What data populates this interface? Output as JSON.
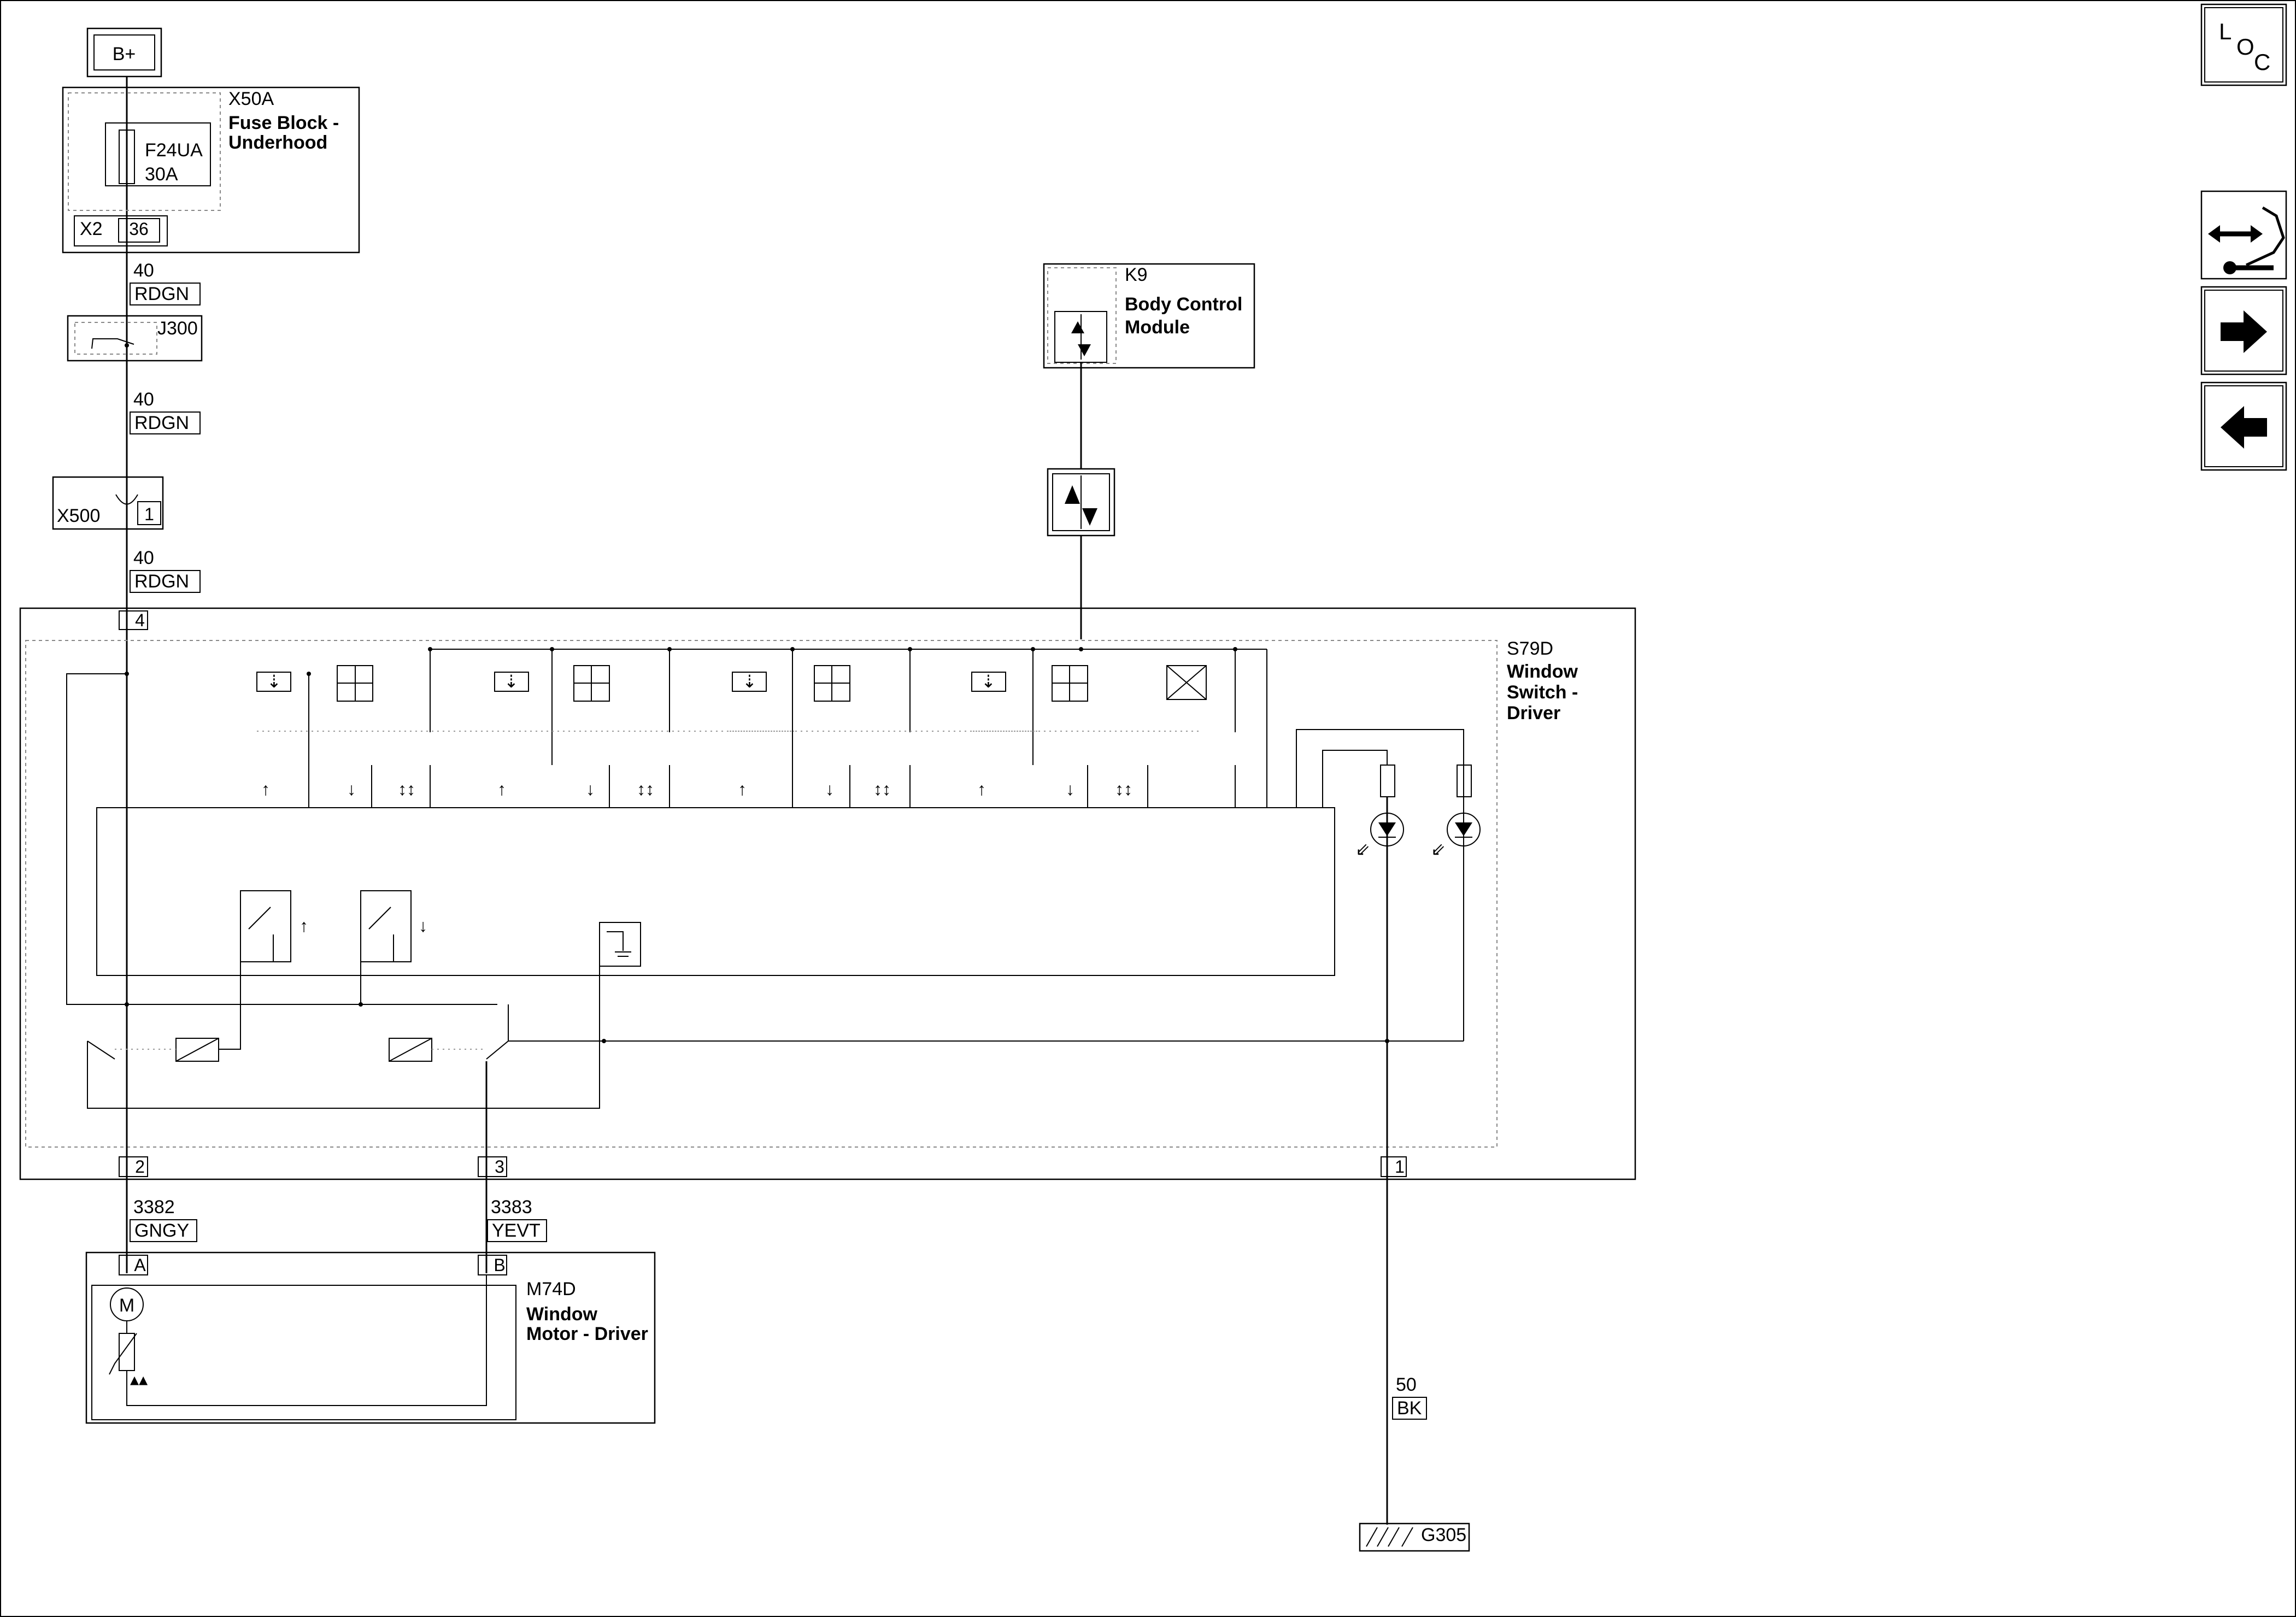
{
  "source": {
    "label": "B+"
  },
  "fuse_block": {
    "ref": "X50A",
    "name_line1": "Fuse Block -",
    "name_line2": "Underhood",
    "fuse_id": "F24UA",
    "fuse_rating": "30A",
    "connector": "X2",
    "pin": "36"
  },
  "wire_1": {
    "circuit": "40",
    "color": "RDGN"
  },
  "splice": {
    "ref": "J300"
  },
  "wire_2": {
    "circuit": "40",
    "color": "RDGN"
  },
  "inline_connector": {
    "ref": "X500",
    "pin": "1"
  },
  "wire_3": {
    "circuit": "40",
    "color": "RDGN"
  },
  "bcm": {
    "ref": "K9",
    "name_line1": "Body Control",
    "name_line2": "Module"
  },
  "switch": {
    "ref": "S79D",
    "name_line1": "Window",
    "name_line2": "Switch -",
    "name_line3": "Driver",
    "pin_power": "4",
    "pin_up": "2",
    "pin_down": "3",
    "pin_ground": "1"
  },
  "wire_up": {
    "circuit": "3382",
    "color": "GNGY"
  },
  "wire_down": {
    "circuit": "3383",
    "color": "YEVT"
  },
  "motor": {
    "ref": "M74D",
    "name_line1": "Window",
    "name_line2": "Motor - Driver",
    "pin_a": "A",
    "pin_b": "B",
    "symbol": "M"
  },
  "wire_ground": {
    "circuit": "50",
    "color": "BK"
  },
  "ground": {
    "ref": "G305"
  },
  "nav": {
    "loc_l": "L",
    "loc_o": "O",
    "loc_c": "C",
    "connector_icon": "connector-view-icon",
    "next_icon": "arrow-right-icon",
    "prev_icon": "arrow-left-icon"
  }
}
